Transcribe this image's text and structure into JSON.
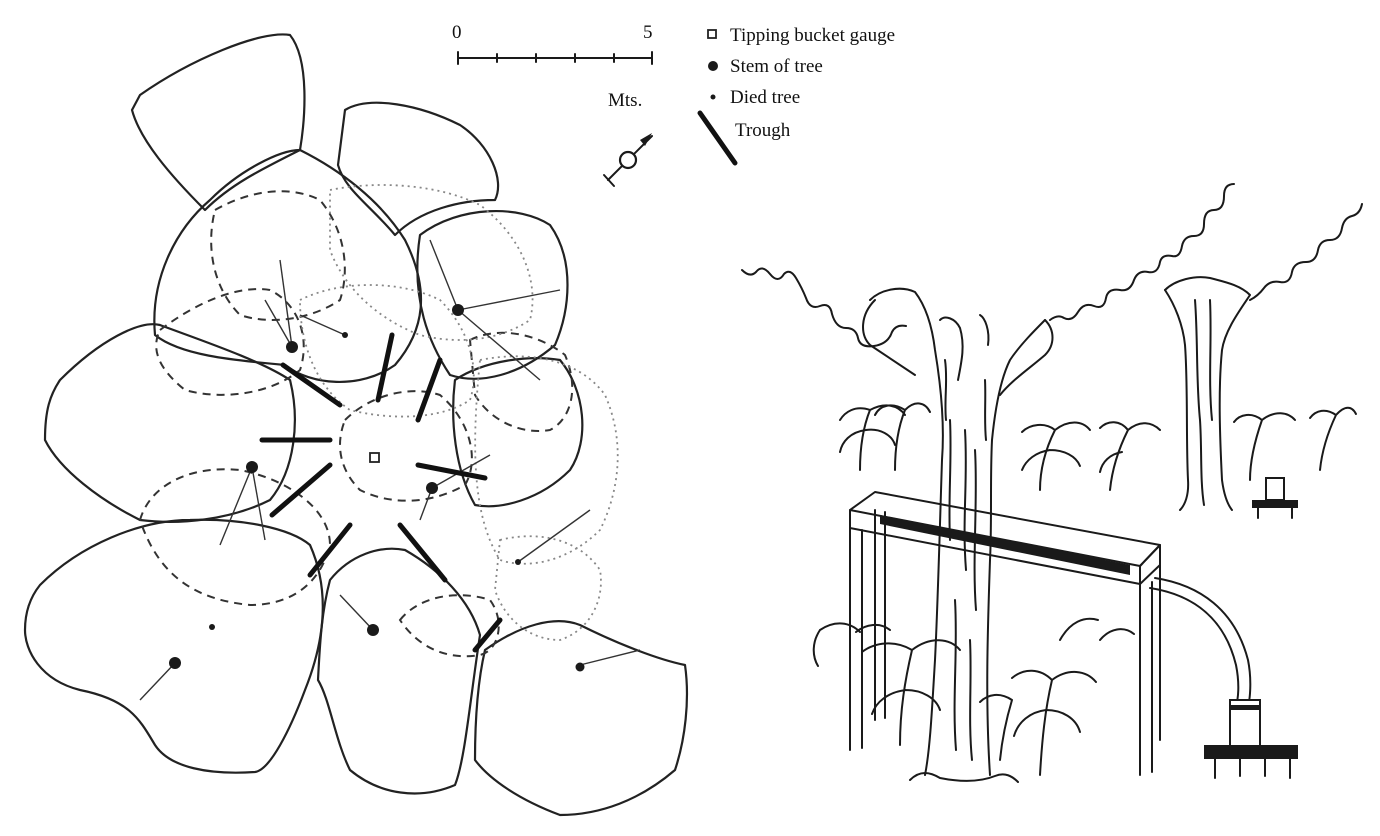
{
  "scale_bar": {
    "start_label": "0",
    "end_label": "5",
    "unit_label": "Mts."
  },
  "legend": {
    "items": [
      {
        "symbol": "open-square-icon",
        "label": "Tipping bucket gauge"
      },
      {
        "symbol": "filled-dot-icon",
        "label": "Stem of tree"
      },
      {
        "symbol": "small-dot-icon",
        "label": "Died tree"
      },
      {
        "symbol": "trough-line-icon",
        "label": "Trough"
      }
    ]
  },
  "compass": {
    "symbol": "north-arrow-icon"
  },
  "illustration": {
    "subject": "trough-collector-under-tree"
  },
  "colors": {
    "ink": "#1a1a1a",
    "paper": "#ffffff"
  }
}
